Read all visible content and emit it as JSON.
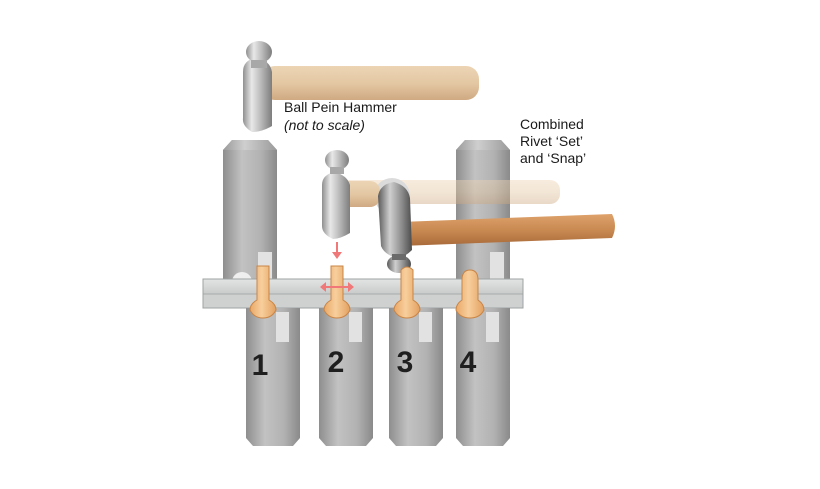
{
  "hammer_caption": {
    "title": "Ball Pein Hammer",
    "note": "(not to scale)"
  },
  "tool_caption": {
    "line1": "Combined",
    "line2": "Rivet ‘Set’",
    "line3": "and ‘Snap’"
  },
  "steps": [
    {
      "number": "1"
    },
    {
      "number": "2"
    },
    {
      "number": "3"
    },
    {
      "number": "4"
    }
  ],
  "colors": {
    "background": "#ffffff",
    "tool_steel": "#b3b3b3",
    "plate": "#d6d8d8",
    "rivet": "#f3c08a",
    "hammer_handle": "#e2c6a2",
    "hammer_handle_dark": "#c88a52",
    "hammer_head": "#c9c9c9",
    "impact_arrow": "#f07878"
  },
  "icons": [
    "ball-pein-hammer-icon",
    "rivet-set-tool-icon",
    "impact-arrow-icon",
    "spread-arrow-icon"
  ]
}
